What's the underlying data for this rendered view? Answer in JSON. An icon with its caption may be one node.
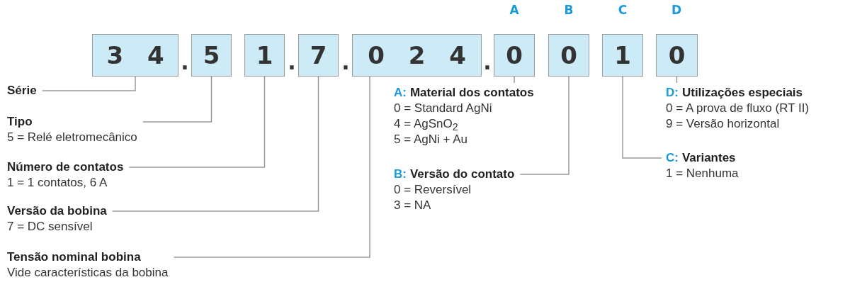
{
  "diagram": {
    "nodes": [
      {
        "text": [
          "3 4"
        ]
      },
      {
        "text": [
          "5"
        ]
      },
      {
        "text": [
          "1"
        ]
      },
      {
        "text": [
          "7"
        ]
      },
      {
        "text": [
          "0 2 4"
        ]
      },
      {
        "text": [
          "0"
        ]
      },
      {
        "text": [
          "0"
        ]
      },
      {
        "text": [
          "1"
        ]
      },
      {
        "text": [
          "0"
        ]
      },
      {
        "text": [
          "Série"
        ]
      },
      {
        "text": [
          "Tipo",
          "5 = Relé eletromecânico"
        ]
      },
      {
        "text": [
          "Número de contatos",
          "1 = 1 contatos, 6 A"
        ]
      },
      {
        "text": [
          "Versão da bobina",
          "7 = DC sensível"
        ]
      },
      {
        "text": [
          "Tensão nominal bobina",
          "Vide características da bobina"
        ]
      },
      {
        "text": [
          "A:",
          "Material dos contatos",
          "0 = Standard AgNi",
          "4 = AgSnO$_{2}$",
          "5 = AgNi + Au"
        ]
      },
      {
        "text": [
          "B:",
          "Versão do contato",
          "0 = Reversível",
          "3 = NA"
        ]
      },
      {
        "text": [
          "C:",
          "Variantes",
          "1 = Nenhuma"
        ]
      },
      {
        "text": [
          "D:",
          "Utilizações especiais",
          "0 = A prova de fluxo (RT II)",
          "9 = Versão horizontal"
        ]
      }
    ],
    "edges": [
      {
        "from": 9,
        "to": 0,
        "arrow": "none"
      },
      {
        "from": 10,
        "to": 1,
        "arrow": "none"
      },
      {
        "from": 11,
        "to": 2,
        "arrow": "none"
      },
      {
        "from": 12,
        "to": 3,
        "arrow": "none"
      },
      {
        "from": 13,
        "to": 4,
        "arrow": "none"
      },
      {
        "from": 14,
        "to": 5,
        "arrow": "none"
      },
      {
        "from": 15,
        "to": 6,
        "arrow": "none"
      },
      {
        "from": 16,
        "to": 7,
        "arrow": "none"
      },
      {
        "from": 17,
        "to": 8,
        "arrow": "none"
      }
    ],
    "labels": [
      "A",
      "B",
      "C",
      "D",
      ".",
      ".",
      ".",
      "."
    ]
  }
}
